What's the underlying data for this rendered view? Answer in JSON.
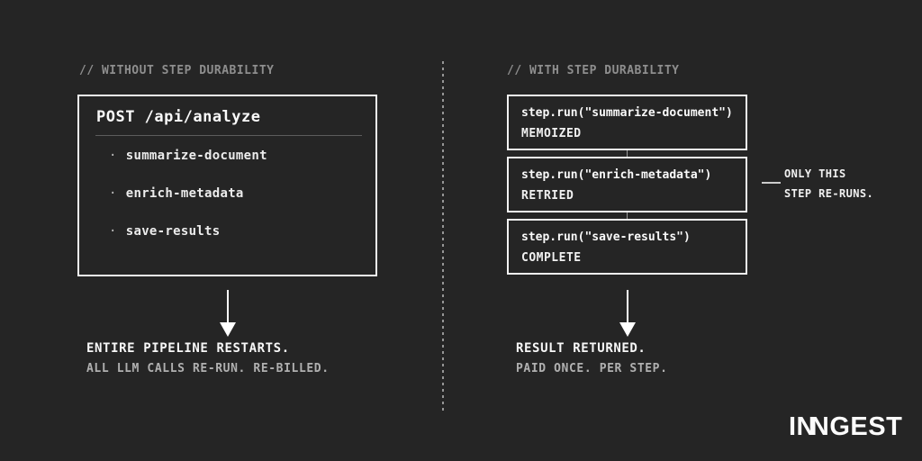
{
  "left": {
    "header": "// WITHOUT STEP DURABILITY",
    "box": {
      "title": "POST /api/analyze",
      "bullet": "·",
      "items": [
        "summarize-document",
        "enrich-metadata",
        "save-results"
      ]
    },
    "result_line1": "ENTIRE PIPELINE RESTARTS.",
    "result_line2": "ALL LLM CALLS RE-RUN. RE-BILLED."
  },
  "right": {
    "header": "// WITH STEP DURABILITY",
    "steps": [
      {
        "code": "step.run(\"summarize-document\")",
        "status": "MEMOIZED"
      },
      {
        "code": "step.run(\"enrich-metadata\")",
        "status": "RETRIED"
      },
      {
        "code": "step.run(\"save-results\")",
        "status": "COMPLETE"
      }
    ],
    "annotation_line1": "ONLY THIS",
    "annotation_line2": "STEP RE-RUNS.",
    "result_line1": "RESULT RETURNED.",
    "result_line2": "PAID ONCE. PER STEP."
  },
  "logo": {
    "part1": "IN",
    "part2": "N",
    "part3": "GEST"
  },
  "colors": {
    "background": "#252525",
    "box_border": "#f2f2f2",
    "muted_header": "#8e8e8e",
    "secondary_text": "#b0b0b0",
    "primary_text": "#f5f5f5"
  }
}
